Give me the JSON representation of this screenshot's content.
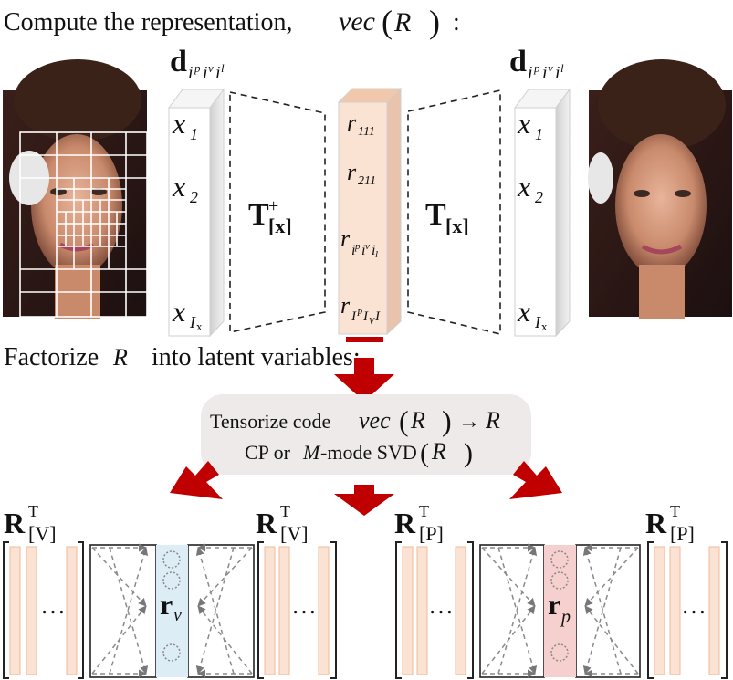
{
  "heading_compute": "Compute the representation,",
  "heading_compute_vec": "vec",
  "heading_compute_arg": "R",
  "heading_compute_colon": ":",
  "heading_factorize_pre": "Factorize",
  "heading_factorize_sym": "R",
  "heading_factorize_post": "into latent variables:",
  "data_vector": {
    "label_main": "d",
    "label_sub": "i",
    "label_sub_parts": [
      "p",
      "v",
      "l"
    ],
    "entries": [
      {
        "base": "x",
        "sub": "1"
      },
      {
        "base": "x",
        "sub": "2"
      },
      {
        "base": "x",
        "sub": "I",
        "subsub": "x"
      }
    ]
  },
  "operator_pinv": {
    "base": "T",
    "sup": "+",
    "sub": "[x]"
  },
  "operator_fwd": {
    "base": "T",
    "sub": "[x]"
  },
  "coeff_vector": {
    "entries": [
      {
        "base": "r",
        "sub": "111"
      },
      {
        "base": "r",
        "sub": "211"
      },
      {
        "base": "r",
        "sub_parts": [
          "i",
          "p",
          "i",
          "v",
          "i",
          "l"
        ]
      },
      {
        "base": "r",
        "sub_parts": [
          "I",
          "P",
          "I",
          "V",
          "I"
        ]
      }
    ]
  },
  "process_box": {
    "line1_pre": "Tensorize code",
    "line1_vec": "vec",
    "line1_arg": "R",
    "line1_arrow": "→",
    "line1_result": "R",
    "line2_pre": "CP or",
    "line2_m": "M",
    "line2_mode": "-mode SVD",
    "line2_arg": "R"
  },
  "factor_labels": [
    {
      "base": "R",
      "sup": "T",
      "sub": "[V]"
    },
    {
      "base": "R",
      "sup": "T",
      "sub": "[V]"
    },
    {
      "base": "R",
      "sup": "T",
      "sub": "[P]"
    },
    {
      "base": "R",
      "sup": "T",
      "sub": "[P]"
    }
  ],
  "latent_v": {
    "base": "r",
    "sub": "v"
  },
  "latent_p": {
    "base": "r",
    "sub": "p"
  },
  "ellipsis": "…",
  "colors": {
    "coeff_fill": "#fbe3d4",
    "coeff_side": "#f2c8ad",
    "arrow_red": "#c00000",
    "process_fill": "#eeeaea",
    "factor_bar": "#fbe3d4",
    "factor_bar_edge": "#f2b89a",
    "latent_v_fill": "#dcedf6",
    "latent_p_fill": "#f6cfcf",
    "grid": "#ffffff"
  }
}
